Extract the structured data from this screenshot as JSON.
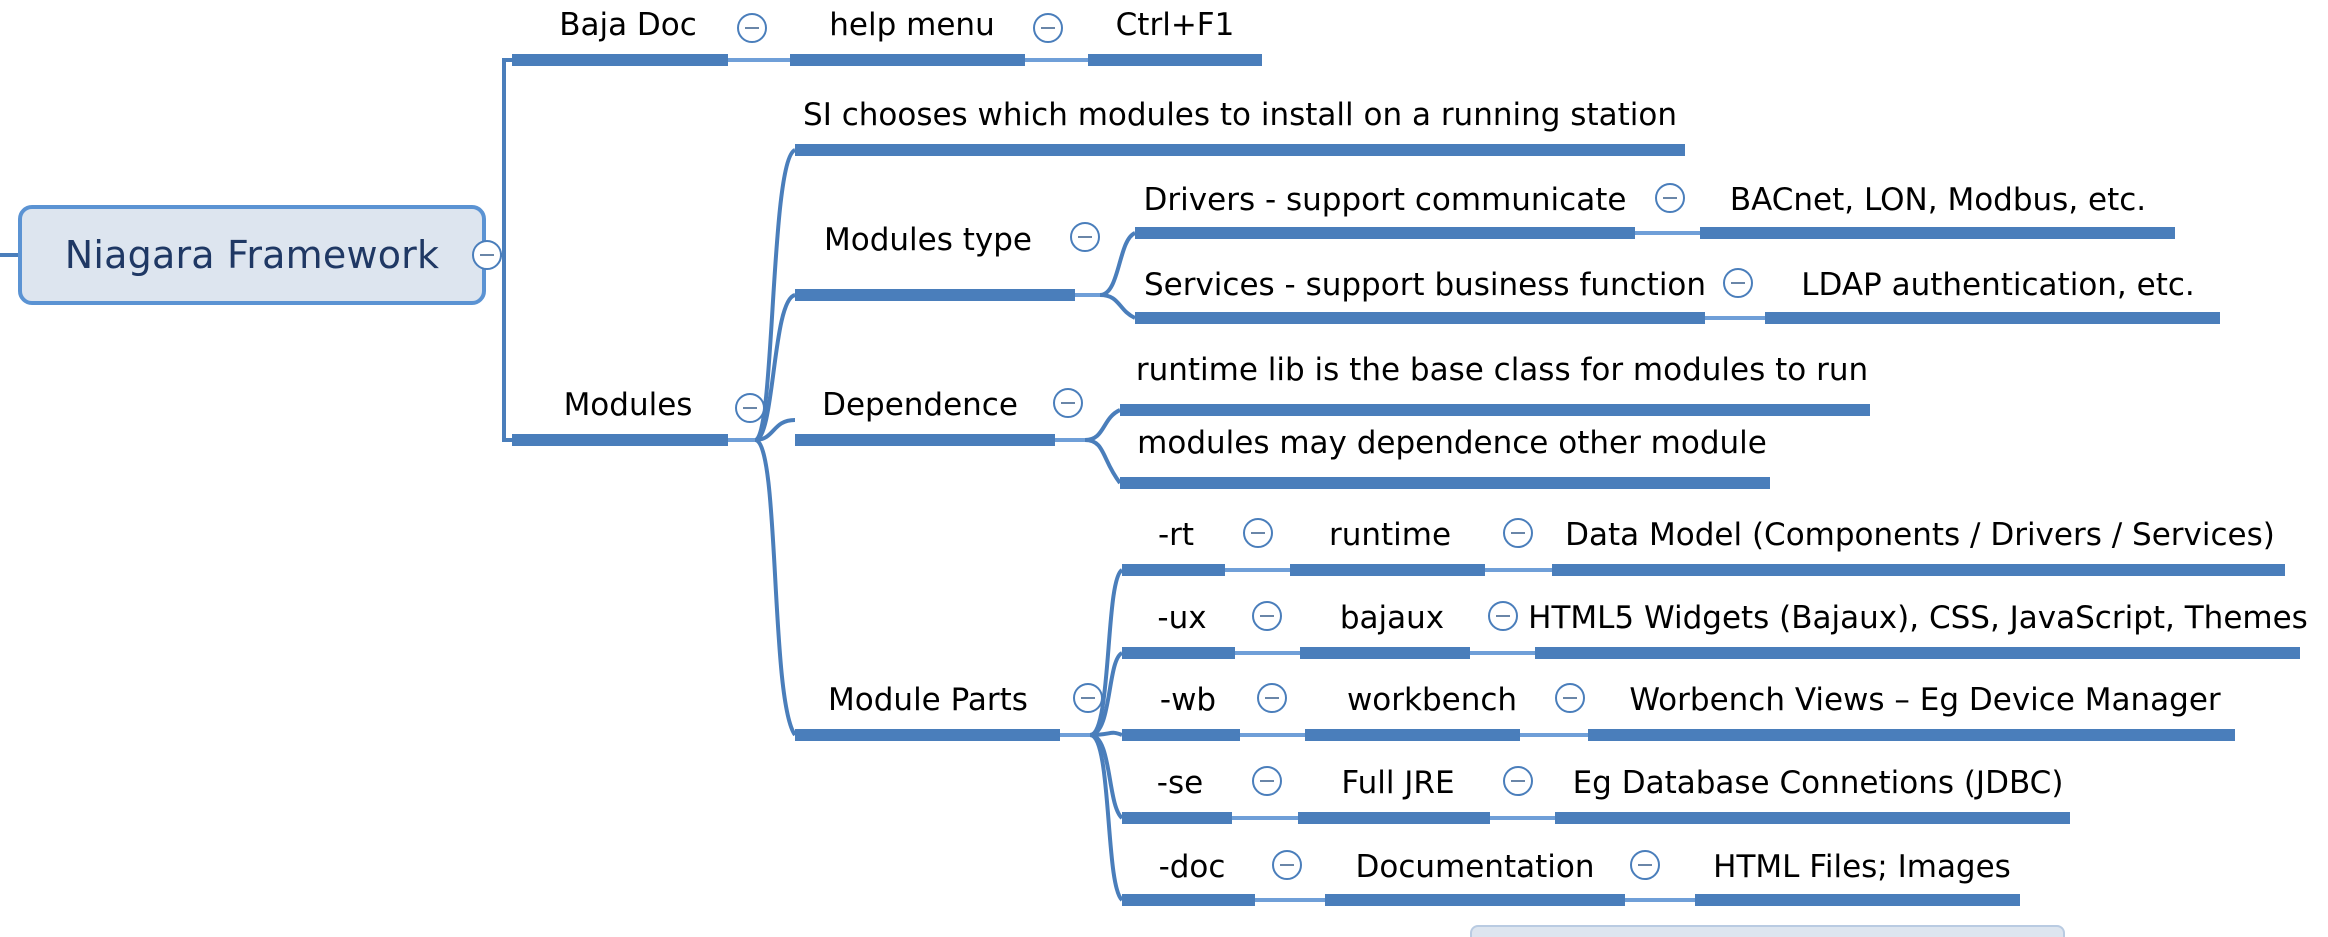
{
  "document": {
    "title": "Niagara Framework",
    "type": "mind-map",
    "accent_color": "#4a7ebb",
    "node_fill_color": "#dde5ef",
    "node_border_color": "#5b93d3",
    "text_color": "#000000",
    "root_text_color": "#1f3864",
    "background_color": "#ffffff"
  },
  "root": {
    "label": "Niagara Framework",
    "collapse_icon": "minus-circle-icon"
  },
  "topics": {
    "baja_doc": "Baja Doc",
    "help_menu": "help menu",
    "ctrl_f1": "Ctrl+F1",
    "si_chooses": "SI chooses which modules to install on a running station",
    "modules": "Modules",
    "modules_type": "Modules type",
    "drivers": "Drivers - support communicate",
    "bacnet": "BACnet, LON, Modbus, etc.",
    "services": "Services - support business function",
    "ldap": "LDAP authentication, etc.",
    "dependence": "Dependence",
    "runtime_lib": "runtime lib is the base class for modules to run",
    "modules_may_depend": "modules may dependence other module",
    "module_parts": "Module Parts",
    "rt": "-rt",
    "runtime": "runtime",
    "data_model": "Data Model (Components / Drivers / Services)",
    "ux": "-ux",
    "bajaux": "bajaux",
    "html5_widgets": "HTML5 Widgets (Bajaux), CSS, JavaScript, Themes",
    "wb": "-wb",
    "workbench": "workbench",
    "workbench_views": "Worbench Views – Eg Device Manager",
    "se": "-se",
    "full_jre": "Full JRE",
    "eg_database": "Eg Database Connetions (JDBC)",
    "doc": "-doc",
    "documentation": "Documentation",
    "html_files": "HTML Files; Images"
  },
  "icons": {
    "collapse": "minus-circle-icon"
  }
}
